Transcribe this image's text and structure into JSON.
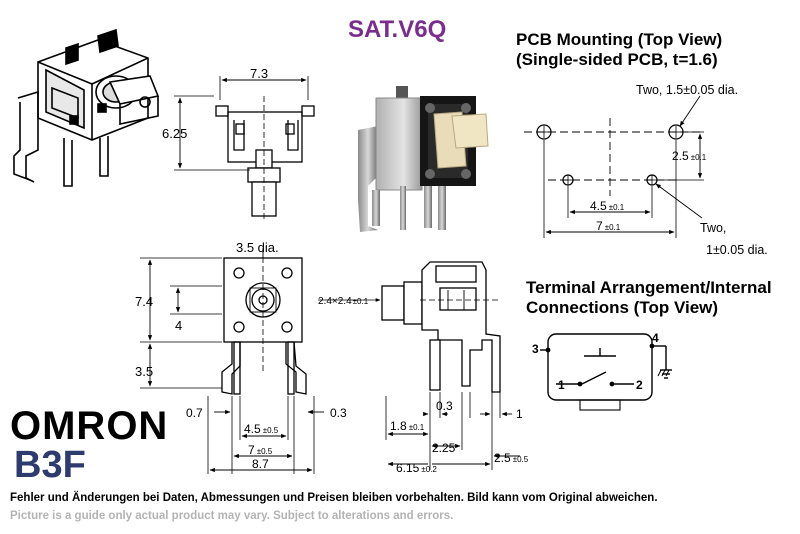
{
  "header": {
    "product_code": "SAT.V6Q",
    "brand": "OMRON",
    "model": "B3F"
  },
  "pcb_mounting": {
    "title_line1": "PCB Mounting (Top View)",
    "title_line2": "(Single-sided PCB, t=1.6)",
    "hole_note_1": "Two, 1.5±0.05 dia.",
    "hole_note_2a": "Two,",
    "hole_note_2b": "1±0.05 dia.",
    "dim_pitch_y": "2.5",
    "dim_pitch_y_tol": "±0.1",
    "dim_inner_x": "4.5",
    "dim_inner_x_tol": "±0.1",
    "dim_outer_x": "7",
    "dim_outer_x_tol": "±0.1"
  },
  "terminal_arrangement": {
    "title_line1": "Terminal Arrangement/Internal",
    "title_line2": "Connections (Top View)",
    "pin_labels": [
      "1",
      "2",
      "3",
      "4"
    ]
  },
  "dimensions": {
    "top_width": "7.3",
    "top_height": "6.25",
    "hole_dia": "3.5 dia.",
    "body_height": "7.4",
    "inner_height": "4",
    "lead_length": "3.5",
    "square": "2.4×2.4",
    "square_tol": "±0.1",
    "lead_offset_left": "0.7",
    "lead_offset_right": "0.3",
    "lead_pitch": "4.5",
    "lead_pitch_tol": "±0.5",
    "lead_span": "7",
    "lead_span_tol": "±0.5",
    "total_width": "8.7",
    "side_1_8": "1.8",
    "side_1_8_tol": "±0.1",
    "side_0_3": "0.3",
    "side_1": "1",
    "side_2_25": "2.25",
    "side_6_15": "6.15",
    "side_6_15_tol": "±0.2",
    "side_2_5": "2.5",
    "side_2_5_tol": "±0.5"
  },
  "disclaimer": {
    "german": "Fehler und Änderungen bei Daten, Abmessungen und Preisen bleiben vorbehalten. Bild kann vom Original abweichen.",
    "english": "Picture is a guide only actual product may vary. Subject to alterations and errors."
  },
  "colors": {
    "product_code": "#7b2d8e",
    "model": "#2e3b6e",
    "disclaimer_en": "#b3b3b3"
  }
}
